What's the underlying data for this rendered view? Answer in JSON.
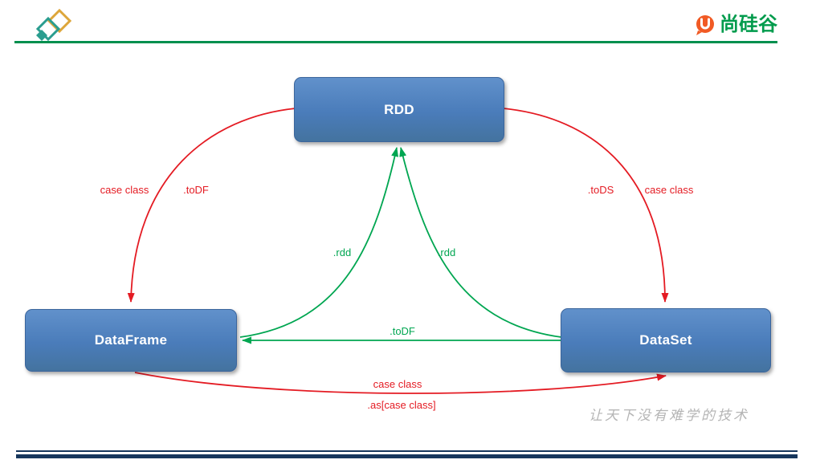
{
  "colors": {
    "red_arrow": "#e41b23",
    "green_arrow": "#00a651",
    "node_blue": "#4a7cba",
    "header_green": "#008f4e",
    "brand_green": "#009b4c",
    "brand_orange": "#f15a24",
    "logo_teal": "#2a9d8f",
    "logo_gold": "#dda63a",
    "footer_navy": "#16365c",
    "watermark_gray": "#b5b5b5"
  },
  "header": {
    "brand_text": "尚硅谷"
  },
  "nodes": {
    "rdd": {
      "label": "RDD"
    },
    "dataframe": {
      "label": "DataFrame"
    },
    "dataset": {
      "label": "DataSet"
    }
  },
  "edges": {
    "rdd_to_dataframe": {
      "label_case": "case class",
      "label_method": ".toDF"
    },
    "rdd_to_dataset": {
      "label_method": ".toDS",
      "label_case": "case class"
    },
    "dataframe_to_dataset": {
      "label_case": "case class",
      "label_method": ".as[case class]"
    },
    "dataframe_to_rdd": {
      "label": ".rdd"
    },
    "dataset_to_rdd": {
      "label": ".rdd"
    },
    "dataset_to_dataframe": {
      "label": ".toDF"
    }
  },
  "watermark": "让天下没有难学的技术"
}
